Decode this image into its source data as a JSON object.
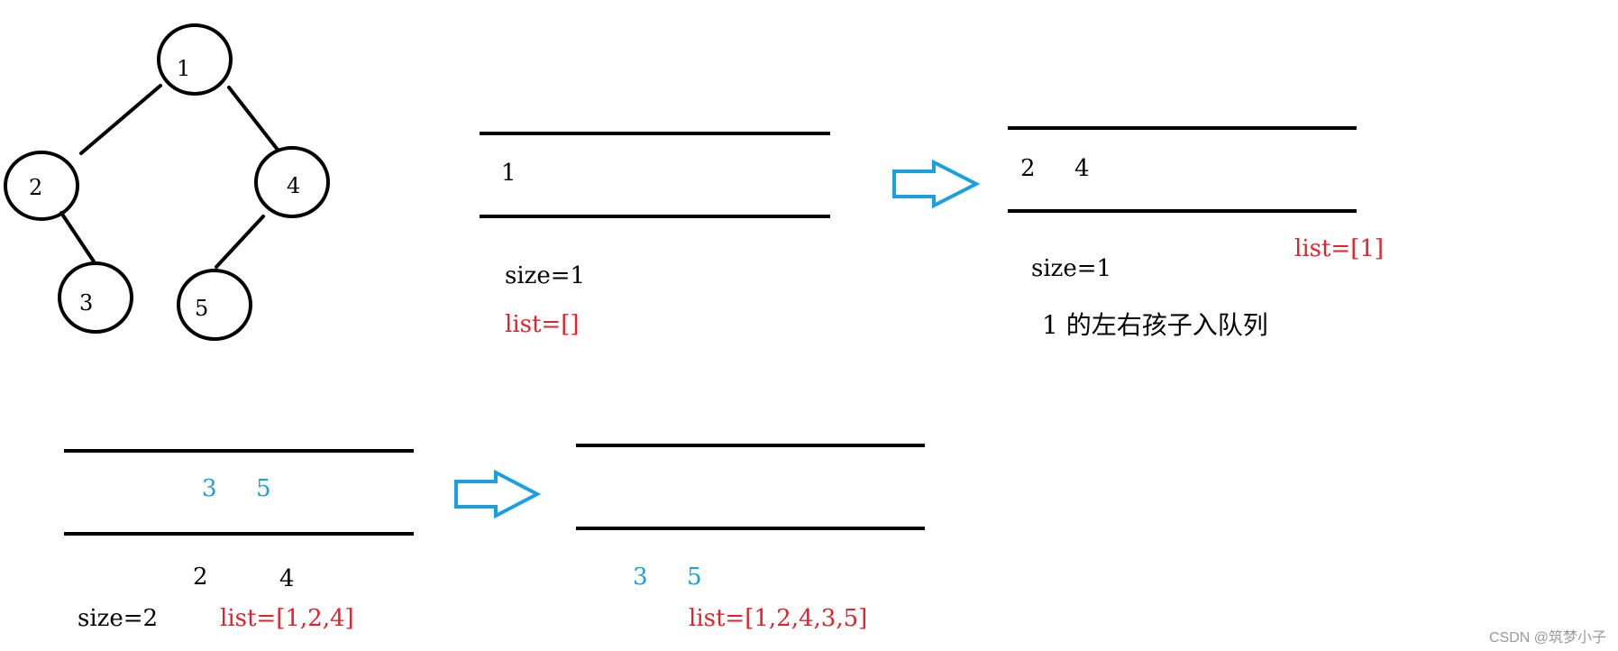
{
  "colors": {
    "ink": "#000000",
    "red": "#e8202a",
    "blue": "#1aa0e0"
  },
  "tree": {
    "nodes": [
      {
        "id": "n1",
        "label": "1"
      },
      {
        "id": "n2",
        "label": "2"
      },
      {
        "id": "n4",
        "label": "4"
      },
      {
        "id": "n3",
        "label": "3"
      },
      {
        "id": "n5",
        "label": "5"
      }
    ],
    "edges": [
      {
        "from": "n1",
        "to": "n2"
      },
      {
        "from": "n1",
        "to": "n4"
      },
      {
        "from": "n2",
        "to": "n3"
      },
      {
        "from": "n4",
        "to": "n5"
      }
    ]
  },
  "step1": {
    "queue": "1",
    "size": "size=1",
    "list": "list=[]"
  },
  "step2": {
    "queue_a": "2",
    "queue_b": "4",
    "list": "list=[1]",
    "size": "size=1",
    "note": "1 的左右孩子入队列"
  },
  "step3": {
    "queue_a": "3",
    "queue_b": "5",
    "below_a": "2",
    "below_b": "4",
    "size": "size=2",
    "list": "list=[1,2,4]"
  },
  "step4": {
    "below_a": "3",
    "below_b": "5",
    "list": "list=[1,2,4,3,5]"
  },
  "watermark": "CSDN @筑梦小子"
}
